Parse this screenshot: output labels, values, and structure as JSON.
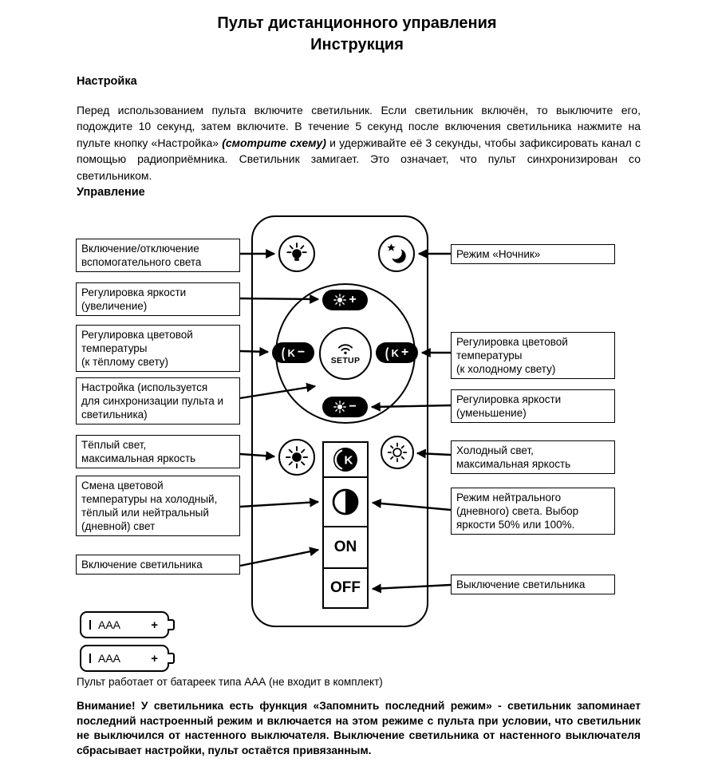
{
  "page": {
    "title_line1": "Пульт дистанционного управления",
    "title_line2": "Инструкция"
  },
  "setup_section": {
    "heading": "Настройка",
    "body_part1": "Перед использованием пульта включите светильник. Если светильник включён, то выключите его, подождите 10 секунд, затем включите. В течение 5 секунд после включения светильника нажмите на пульте кнопку «Настройка» ",
    "body_emphasis": "(смотрите схему)",
    "body_part2": " и удерживайте её 3 секунды, чтобы зафиксировать канал с помощью радиоприёмника. Светильник замигает. Это означает, что пульт синхронизирован со светильником."
  },
  "control_section": {
    "heading": "Управление"
  },
  "remote": {
    "setup_label": "SETUP",
    "k_label": "K",
    "plus_sign": "+",
    "minus_sign": "−",
    "on_label": "ON",
    "off_label": "OFF"
  },
  "callouts_left": [
    {
      "label": "Включение/отключение\nвспомогательного света"
    },
    {
      "label": "Регулировка яркости\n(увеличение)"
    },
    {
      "label": "Регулировка цветовой\nтемпературы\n(к тёплому свету)"
    },
    {
      "label": "Настройка (используется\nдля синхронизации пульта и\nсветильника)"
    },
    {
      "label": "Тёплый свет,\nмаксимальная яркость"
    },
    {
      "label": "Смена цветовой\nтемпературы на холодный,\nтёплый или нейтральный\n(дневной) свет"
    },
    {
      "label": "Включение светильника"
    }
  ],
  "callouts_right": [
    {
      "label": "Режим «Ночник»"
    },
    {
      "label": "Регулировка цветовой\nтемпературы\n(к холодному свету)"
    },
    {
      "label": "Регулировка яркости\n(уменьшение)"
    },
    {
      "label": "Холодный свет,\nмаксимальная яркость"
    },
    {
      "label": "Режим нейтрального\n(дневного) света. Выбор\nяркости 50% или 100%."
    },
    {
      "label": "Выключение светильника"
    }
  ],
  "battery": {
    "label": "AAA",
    "plus": "+",
    "caption": "Пульт работает от батареек типа ААА (не входит в комплект)"
  },
  "warning": {
    "body": "Внимание! У светильника есть функция «Запомнить последний режим» - светильник запоминает последний настроенный режим и включается на этом режиме с пульта при условии, что светильник не выключился от настенного выключателя. Выключение светильника от настенного выключателя сбрасывает настройки, пульт остаётся привязанным."
  },
  "icons": {
    "aux_light": "bulb-icon",
    "night_mode": "moon-star-icon",
    "brightness": "sun-icon",
    "setup": "wifi-icon",
    "warm_max": "sun-filled-icon",
    "cold_max": "sun-outline-icon",
    "color_temp_cycle": "k-circle-icon",
    "neutral_mode": "half-circle-icon"
  },
  "colors": {
    "ink": "#000000",
    "paper": "#ffffff"
  }
}
